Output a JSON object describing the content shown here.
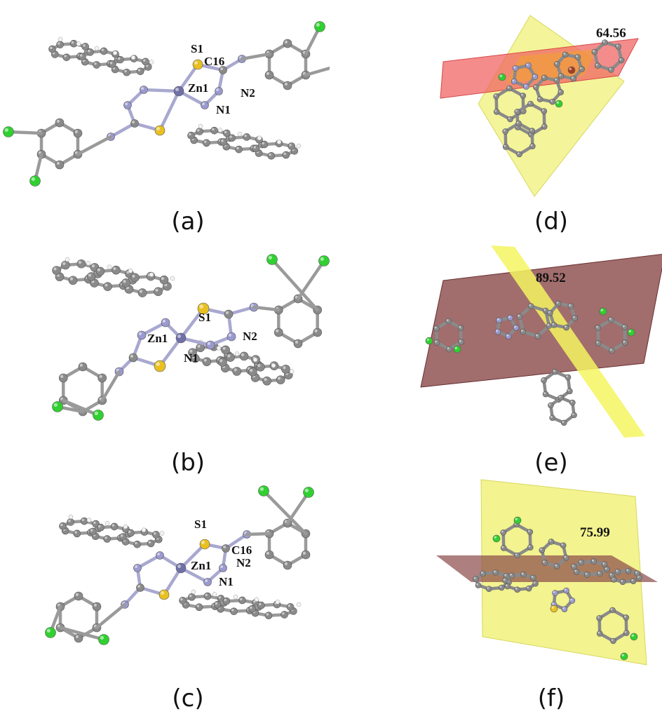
{
  "panels": {
    "a": {
      "caption": "(a)",
      "labels": {
        "s1": "S1",
        "c16": "C16",
        "zn1": "Zn1",
        "n2": "N2",
        "n1": "N1"
      }
    },
    "b": {
      "caption": "(b)",
      "labels": {
        "s1": "S1",
        "zn1": "Zn1",
        "n2": "N2",
        "n1": "N1"
      }
    },
    "c": {
      "caption": "(c)",
      "labels": {
        "s1": "S1",
        "c16": "C16",
        "zn1": "Zn1",
        "n2": "N2",
        "n1": "N1"
      }
    },
    "d": {
      "caption": "(d)",
      "angle": "64.56"
    },
    "e": {
      "caption": "(e)",
      "angle": "89.52"
    },
    "f": {
      "caption": "(f)",
      "angle": "75.99"
    }
  },
  "colors": {
    "carbon": "#8a8a8a",
    "nitrogen": "#9a9ad0",
    "sulfur": "#e8c020",
    "chlorine": "#30d030",
    "zinc": "#7070a8",
    "hydrogen": "#f4f4f4",
    "plane_yellow": "#f0f078",
    "plane_red": "#f06060",
    "plane_brown": "#8a4848"
  }
}
